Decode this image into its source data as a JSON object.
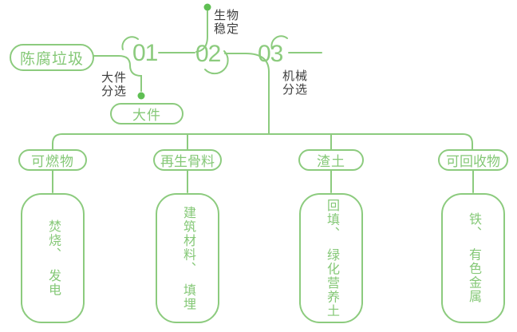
{
  "diagram": {
    "root_label": "陈腐垃圾",
    "steps": [
      {
        "num": "01",
        "process": [
          "大件",
          "分选"
        ],
        "output_label": "大件"
      },
      {
        "num": "02",
        "process": [
          "生物",
          "稳定"
        ]
      },
      {
        "num": "03",
        "process": [
          "机械",
          "分选"
        ]
      }
    ],
    "branches": [
      {
        "category": "可燃物",
        "result": "焚烧、　发电"
      },
      {
        "category": "再生骨料",
        "result": "建筑材料、　填埋"
      },
      {
        "category": "渣土",
        "result": "回填、　绿化营养土"
      },
      {
        "category": "可回收物",
        "result": "铁、　有色金属"
      }
    ],
    "colors": {
      "accent_green": "#85C877",
      "line_green": "#8CCB7E",
      "dot_green": "#5FBF53",
      "label_dark": "#3E3E3E",
      "background": "#FFFFFF"
    }
  }
}
